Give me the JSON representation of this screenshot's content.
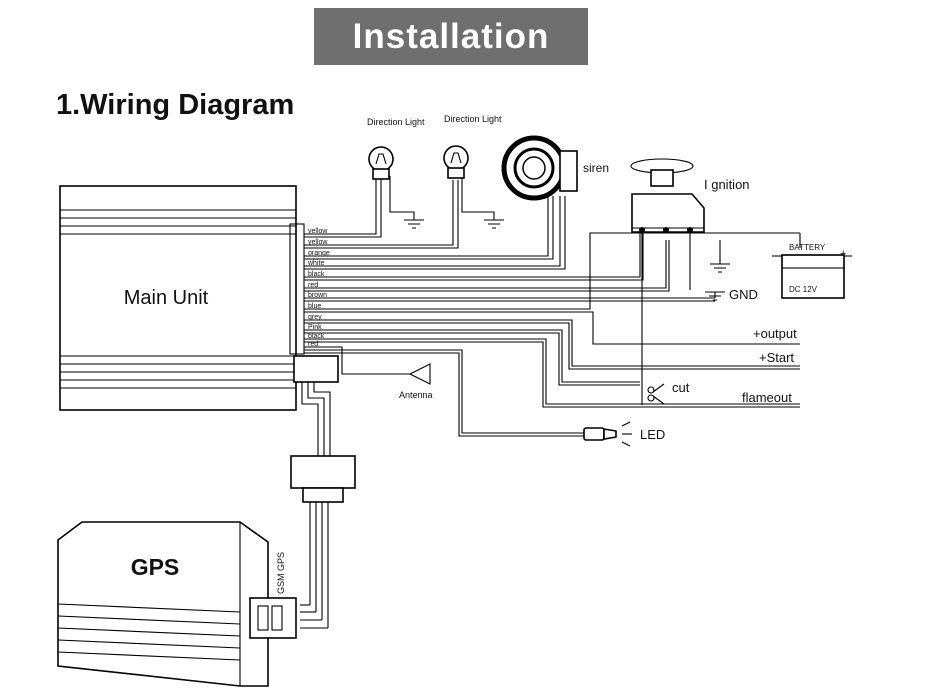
{
  "header": {
    "banner": "Installation",
    "section_title": "1.Wiring Diagram"
  },
  "main_unit": {
    "label": "Main Unit"
  },
  "gps": {
    "label": "GPS",
    "port_label": "GSM GPS"
  },
  "wires": [
    "yellow",
    "yellow",
    "orange",
    "white",
    "black",
    "red",
    "brown",
    "blue",
    "grey",
    "Pink",
    "black",
    "red"
  ],
  "components": {
    "direction_light_1": "Direction Light",
    "direction_light_2": "Direction Light",
    "siren": "siren",
    "ignition": "I gnition",
    "battery": "BATTERY",
    "battery_plus": "+",
    "battery_rating": "DC  12V",
    "gnd": "GND",
    "output": "+output",
    "start": "+Start",
    "cut": "cut",
    "flameout": "flameout",
    "antenna": "Antenna",
    "led": "LED"
  }
}
